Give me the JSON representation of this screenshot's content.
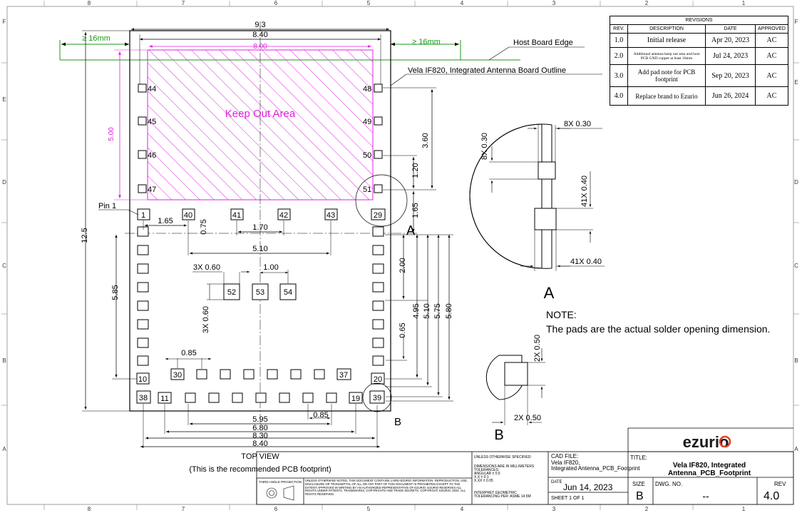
{
  "zone_numbers_top": [
    "8",
    "7",
    "6",
    "5",
    "4",
    "3",
    "2",
    "1"
  ],
  "zone_numbers_bottom": [
    "8",
    "7",
    "6",
    "5",
    "4",
    "3",
    "2",
    "1"
  ],
  "zone_letters": [
    "F",
    "E",
    "D",
    "C",
    "B",
    "A"
  ],
  "revisions": {
    "title": "REVISIONS",
    "headers": [
      "REV.",
      "DESCRIPTION",
      "DATE",
      "APPROVED"
    ],
    "rows": [
      {
        "rev": "1.0",
        "desc": "Initial release",
        "date": "Apr 20, 2023",
        "approved": "AC"
      },
      {
        "rev": "2.0",
        "desc": "Additional antenna keep out area and host PCB GND copper at least 16mm",
        "date": "Jul 24, 2023",
        "approved": "AC"
      },
      {
        "rev": "3.0",
        "desc": "Add pad note for PCB footprint",
        "date": "Sep 20, 2023",
        "approved": "AC"
      },
      {
        "rev": "4.0",
        "desc": "Replace brand to Ezurio",
        "date": "Jun 26, 2024",
        "approved": "AC"
      }
    ]
  },
  "drawing": {
    "host_board_edge": "Host Board Edge",
    "board_outline": "Vela IF820, Integrated Antenna Board Outline",
    "keep_out": "Keep Out Area",
    "clearance_left": "≥ 16mm",
    "clearance_right": "≥ 16mm",
    "pin1": "Pin 1",
    "pads": {
      "p1": "1",
      "p10": "10",
      "p38": "38",
      "p40": "40",
      "p41": "41",
      "p42": "42",
      "p43": "43",
      "p29": "29",
      "p44": "44",
      "p45": "45",
      "p46": "46",
      "p47": "47",
      "p48": "48",
      "p49": "49",
      "p50": "50",
      "p51": "51",
      "p52": "52",
      "p53": "53",
      "p54": "54",
      "p30": "30",
      "p37": "37",
      "p20": "20",
      "p11": "11",
      "p19": "19",
      "p39": "39"
    },
    "dims": {
      "d93": "9.3",
      "d840": "8.40",
      "d800": "8.00",
      "d500": "5.00",
      "d125": "12.5",
      "d585": "5.85",
      "d165a": "1.65",
      "d075": "0.75",
      "d170": "1.70",
      "d510h": "5.10",
      "d3x060": "3X 0.60",
      "d100": "1.00",
      "d3x060v": "3X 0.60",
      "d085a": "0.85",
      "d595": "5.95",
      "d085b": "0.85",
      "d680": "6.80",
      "d830": "8.30",
      "d840b": "8.40",
      "d360": "3.60",
      "d120": "1.20",
      "d165b": "1.65",
      "d200": "2.00",
      "d495": "4.95",
      "d510v": "5.10",
      "d575": "5.75",
      "d580": "5.80",
      "d065": "0.65"
    },
    "detail_labels": {
      "a_marker": "A",
      "b_marker": "B",
      "a_title": "A",
      "b_title": "B"
    },
    "detail_dims": {
      "d8x030h": "8X 0.30",
      "d8x030v": "8X 0.30",
      "d41x040v": "41X 0.40",
      "d41x040h": "41X 0.40",
      "d2x050v": "2X 0.50",
      "d2x050h": "2X 0.50"
    },
    "note_title": "NOTE:",
    "note_text": "The pads are the actual solder opening dimension.",
    "view_title": "TOP VIEW",
    "view_subtitle": "(This is the recommended PCB footprint)"
  },
  "title_block": {
    "brand": "ezurio",
    "unless": "UNLESS OTHERWISE SPECIFIED:",
    "dims_in": "DIMENSIONS ARE IN MILLIMETERS",
    "tolerances": "TOLERANCES:",
    "angular": "ANGULAR    ± 0.5",
    "xx": "X.X         ± 0.1",
    "xxx": "X.XX        ± 0.05",
    "interpret": "INTERPRET GEOMETRIC",
    "tolerancing": "TOLERANCING PER:  ASME 14.5M",
    "third_angle": "THIRD ANGLE PROJECTION",
    "legal": "UNLESS OTHERWISE NOTED, THIS DOCUMENT CONTAINS LAIRD-EZURIO INFORMATION. REPRODUCTION, USE, DISCLOSURE OR TRANSMITTAL OF ALL OR ANY PART OF THIS DOCUMENT IS PROHIBITED EXCEPT TO THE EXTENT APPROVED IN WRITING BY AN AUTHORIZED REPRESENTATIVE OF EZURIO. EZURIO RESERVES ALL RIGHTS UNDER PATENTS, TRADEMARKS, COPYRIGHTS AND TRADE SECRETS. COPYRIGHT, EZURIO, 2024. ALL RIGHTS RESERVED.",
    "cad_label": "CAD FILE:",
    "cad_value": "Vela IF820, Integrated Antenna_PCB_Footprint",
    "date_label": "DATE",
    "date_value": "Jun 14, 2023",
    "sheet": "SHEET 1 OF 1",
    "title_label": "TITLE:",
    "title_value1": "Vela IF820, Integrated",
    "title_value2": "Antenna_PCB_Footprint",
    "size_label": "SIZE",
    "size_value": "B",
    "dwg_label": "DWG. NO.",
    "dwg_value": "--",
    "rev_label": "REV",
    "rev_value": "4.0"
  },
  "colors": {
    "keep_out": "#e020e0",
    "clearance": "#1a9a1a",
    "line": "#000000"
  }
}
